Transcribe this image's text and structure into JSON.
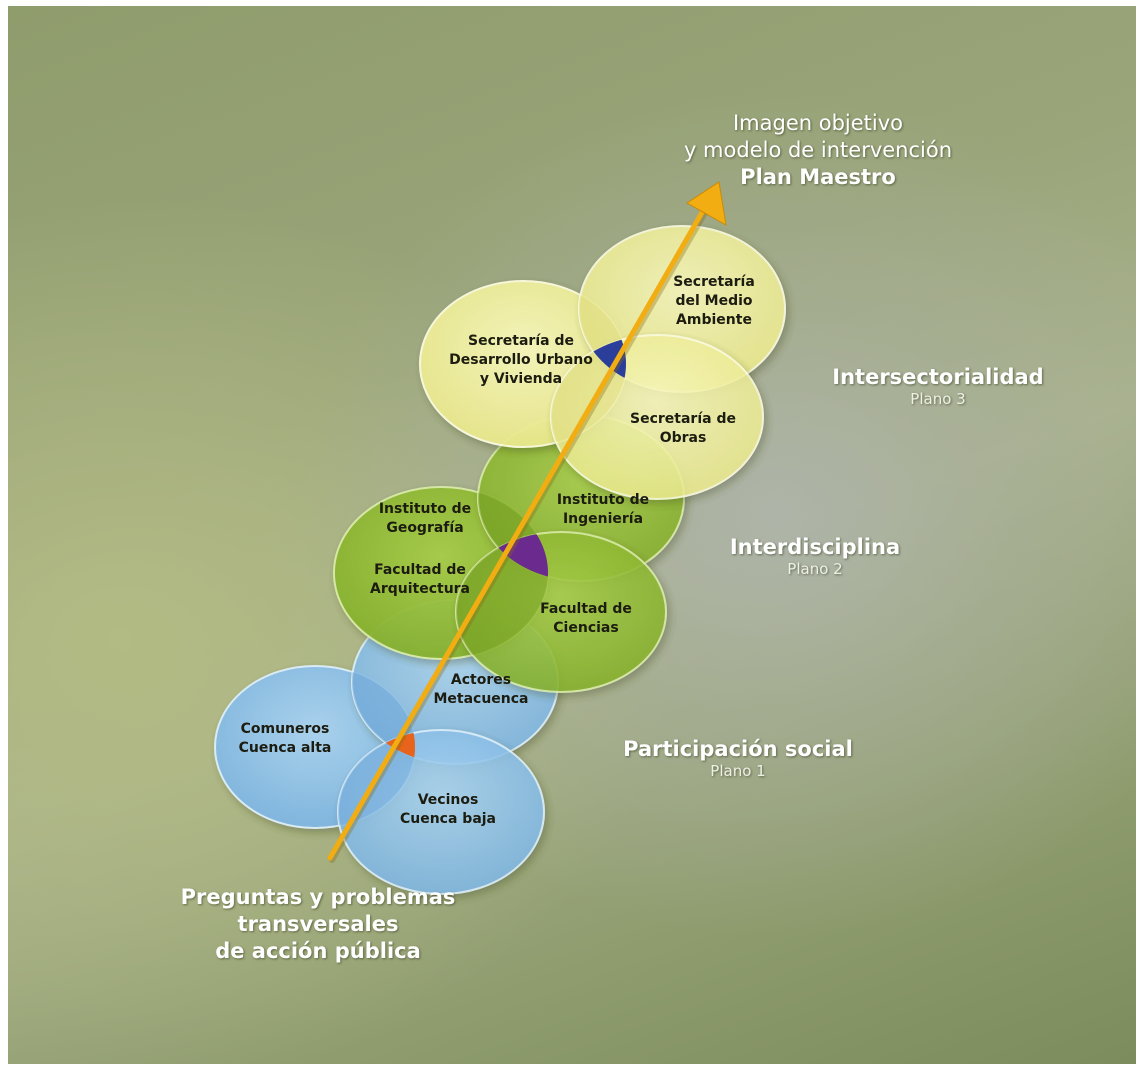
{
  "goal": {
    "line1": "Imagen objetivo",
    "line2": "y modelo de intervención",
    "line3": "Plan Maestro"
  },
  "origin": {
    "line1": "Preguntas y problemas",
    "line2": "transversales",
    "line3": "de acción pública"
  },
  "planes": [
    {
      "title": "Intersectorialidad",
      "subtitle": "Plano 3",
      "color": "#f1f1a2",
      "intersection_color": "#2b3e99",
      "ellipses": [
        {
          "lines": [
            "Secretaría",
            "del Medio",
            "Ambiente"
          ]
        },
        {
          "lines": [
            "Secretaría de",
            "Desarrollo Urbano",
            "y Vivienda"
          ]
        },
        {
          "lines": [
            "Secretaría de",
            "Obras"
          ]
        }
      ]
    },
    {
      "title": "Interdisciplina",
      "subtitle": "Plano 2",
      "color": "#98c13a",
      "intersection_color": "#6a2a8e",
      "ellipses": [
        {
          "lines": [
            "Instituto de",
            "Ingeniería"
          ]
        },
        {
          "lines": [
            "Instituto de",
            "Geografía"
          ]
        },
        {
          "lines": [
            "Facultad de",
            "Arquitectura"
          ]
        },
        {
          "lines": [
            "Facultad de",
            "Ciencias"
          ]
        }
      ]
    },
    {
      "title": "Participación social",
      "subtitle": "Plano 1",
      "color": "#93c4e9",
      "intersection_color": "#e8641c",
      "ellipses": [
        {
          "lines": [
            "Actores",
            "Metacuenca"
          ]
        },
        {
          "lines": [
            "Comuneros",
            "Cuenca alta"
          ]
        },
        {
          "lines": [
            "Vecinos",
            "Cuenca baja"
          ]
        }
      ]
    }
  ],
  "arrow_color": "#f2ad12"
}
